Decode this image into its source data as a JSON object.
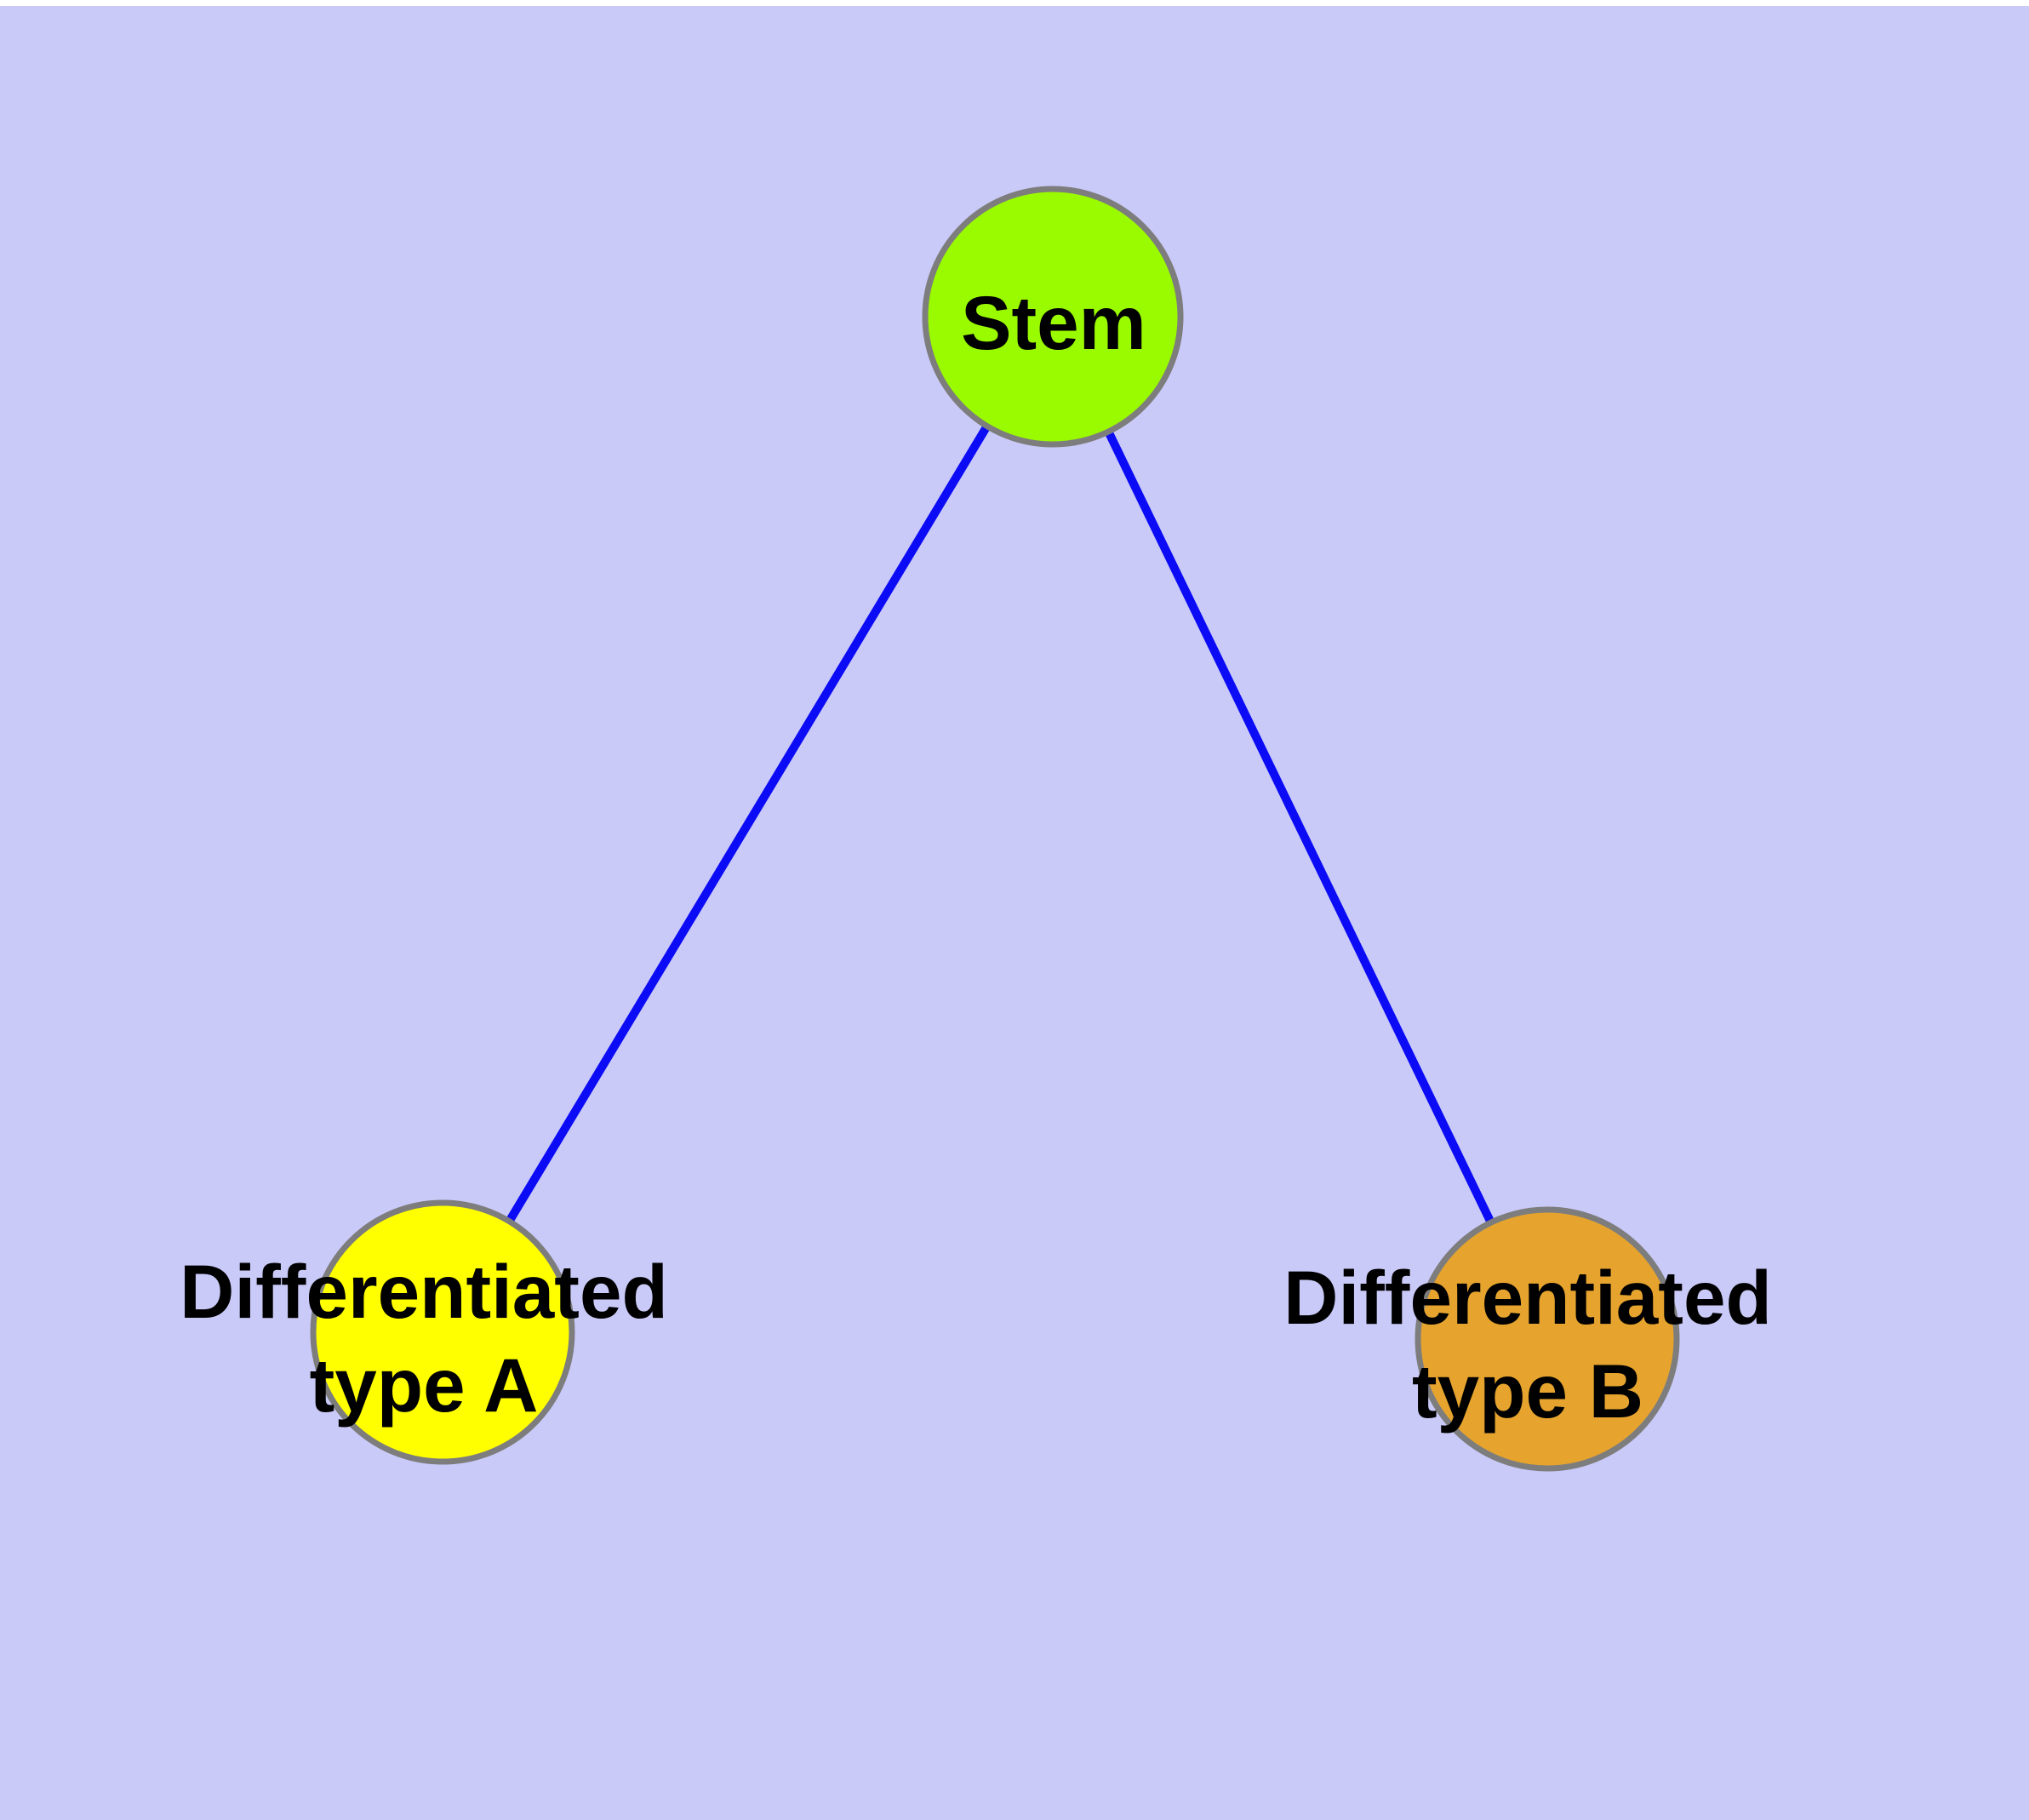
{
  "canvas": {
    "background_color": "#cacaf9",
    "top_strip_color": "#ffffff"
  },
  "nodes": {
    "stem": {
      "label": "Stem",
      "fill": "#9afa00",
      "border": "#7d7d7d"
    },
    "type_a": {
      "line1": "Differentiated",
      "line2": "type A",
      "fill": "#ffff00",
      "border": "#7d7d7d"
    },
    "type_b": {
      "line1": "Differentiated",
      "line2": "type B",
      "fill": "#e6a42e",
      "border": "#7d7d7d"
    }
  },
  "edges": {
    "color": "#0b0bf5",
    "list": [
      {
        "from": "Stem",
        "to": "Differentiated type A"
      },
      {
        "from": "Stem",
        "to": "Differentiated type B"
      }
    ]
  },
  "text_color": "#000000"
}
